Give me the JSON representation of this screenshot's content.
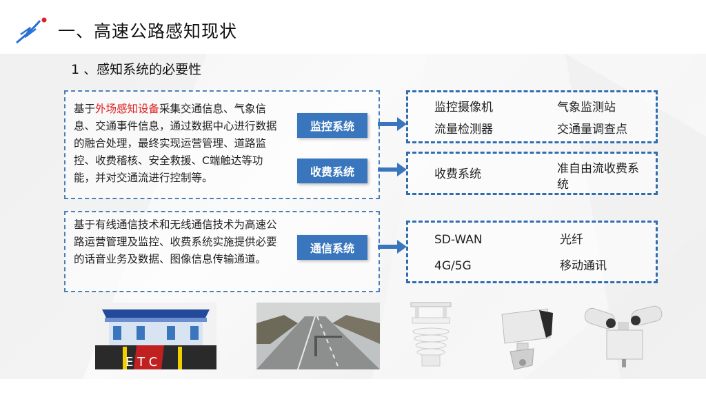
{
  "header": {
    "title": "一、高速公路感知现状",
    "subtitle": "1 、感知系统的必要性"
  },
  "left_top": {
    "text_prefix": "基于",
    "text_highlight": "外场感知设备",
    "text_rest": "采集交通信息、气象信息、交通事件信息，通过数据中心进行数据的融合处理，最终实现运营管理、道路监控、收费稽核、安全救援、C端触达等功能，并对交通流进行控制等。",
    "highlight_color": "#e02020"
  },
  "left_bottom": {
    "text": "基于有线通信技术和无线通信技术为高速公路运营管理及监控、收费系统实施提供必要的话音业务及数据、图像信息传输通道。"
  },
  "systems": {
    "monitor": "监控系统",
    "toll": "收费系统",
    "comm": "通信系统"
  },
  "right_boxes": {
    "monitor": [
      "监控摄像机",
      "气象监测站",
      "流量检测器",
      "交通量调查点"
    ],
    "toll": [
      "收费系统",
      "准自由流收费系统"
    ],
    "comm": [
      "SD-WAN",
      "光纤",
      "4G/5G",
      "移动通讯"
    ]
  },
  "photos": [
    "toll-plaza-photo",
    "highway-photo",
    "weather-sensor-photo",
    "radar-sensor-photo",
    "camera-photo"
  ],
  "colors": {
    "accent": "#3a76bd",
    "dash": "#2f6db0"
  }
}
